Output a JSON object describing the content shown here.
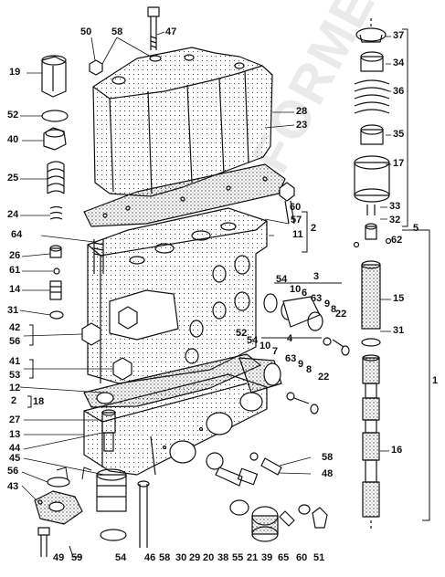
{
  "watermark": "FORMEH",
  "colors": {
    "ink": "#111111",
    "paper": "#ffffff"
  },
  "callouts": [
    {
      "id": "47",
      "text": "47"
    },
    {
      "id": "50",
      "text": "50"
    },
    {
      "id": "58a",
      "text": "58"
    },
    {
      "id": "19",
      "text": "19"
    },
    {
      "id": "52a",
      "text": "52"
    },
    {
      "id": "40",
      "text": "40"
    },
    {
      "id": "25",
      "text": "25"
    },
    {
      "id": "24",
      "text": "24"
    },
    {
      "id": "28",
      "text": "28"
    },
    {
      "id": "23",
      "text": "23"
    },
    {
      "id": "60",
      "text": "60"
    },
    {
      "id": "57",
      "text": "57"
    },
    {
      "id": "2a",
      "text": "2"
    },
    {
      "id": "11",
      "text": "11"
    },
    {
      "id": "64",
      "text": "64"
    },
    {
      "id": "26",
      "text": "26"
    },
    {
      "id": "61",
      "text": "61"
    },
    {
      "id": "14",
      "text": "14"
    },
    {
      "id": "31a",
      "text": "31"
    },
    {
      "id": "42",
      "text": "42"
    },
    {
      "id": "56a",
      "text": "56"
    },
    {
      "id": "41",
      "text": "41"
    },
    {
      "id": "53",
      "text": "53"
    },
    {
      "id": "12",
      "text": "12"
    },
    {
      "id": "2b",
      "text": "2"
    },
    {
      "id": "18",
      "text": "18"
    },
    {
      "id": "27",
      "text": "27"
    },
    {
      "id": "13",
      "text": "13"
    },
    {
      "id": "44",
      "text": "44"
    },
    {
      "id": "45",
      "text": "45"
    },
    {
      "id": "56b",
      "text": "56"
    },
    {
      "id": "43",
      "text": "43"
    },
    {
      "id": "49",
      "text": "49"
    },
    {
      "id": "59",
      "text": "59"
    },
    {
      "id": "54a",
      "text": "54"
    },
    {
      "id": "46",
      "text": "46"
    },
    {
      "id": "58b",
      "text": "58"
    },
    {
      "id": "30",
      "text": "30"
    },
    {
      "id": "29",
      "text": "29"
    },
    {
      "id": "20",
      "text": "20"
    },
    {
      "id": "38",
      "text": "38"
    },
    {
      "id": "55",
      "text": "55"
    },
    {
      "id": "21",
      "text": "21"
    },
    {
      "id": "39",
      "text": "39"
    },
    {
      "id": "65",
      "text": "65"
    },
    {
      "id": "60b",
      "text": "60"
    },
    {
      "id": "51",
      "text": "51"
    },
    {
      "id": "58c",
      "text": "58"
    },
    {
      "id": "48",
      "text": "48"
    },
    {
      "id": "3",
      "text": "3"
    },
    {
      "id": "54b",
      "text": "54"
    },
    {
      "id": "10a",
      "text": "10"
    },
    {
      "id": "6a",
      "text": "6"
    },
    {
      "id": "63a",
      "text": "63"
    },
    {
      "id": "9a",
      "text": "9"
    },
    {
      "id": "8a",
      "text": "8"
    },
    {
      "id": "22a",
      "text": "22"
    },
    {
      "id": "4",
      "text": "4"
    },
    {
      "id": "52b",
      "text": "52"
    },
    {
      "id": "54c",
      "text": "54"
    },
    {
      "id": "10b",
      "text": "10"
    },
    {
      "id": "7",
      "text": "7"
    },
    {
      "id": "63b",
      "text": "63"
    },
    {
      "id": "9b",
      "text": "9"
    },
    {
      "id": "8b",
      "text": "8"
    },
    {
      "id": "22b",
      "text": "22"
    },
    {
      "id": "37",
      "text": "37"
    },
    {
      "id": "34",
      "text": "34"
    },
    {
      "id": "36",
      "text": "36"
    },
    {
      "id": "35",
      "text": "35"
    },
    {
      "id": "17",
      "text": "17"
    },
    {
      "id": "33",
      "text": "33"
    },
    {
      "id": "32",
      "text": "32"
    },
    {
      "id": "62",
      "text": "62"
    },
    {
      "id": "5",
      "text": "5"
    },
    {
      "id": "15",
      "text": "15"
    },
    {
      "id": "31b",
      "text": "31"
    },
    {
      "id": "1",
      "text": "1"
    },
    {
      "id": "16",
      "text": "16"
    }
  ]
}
